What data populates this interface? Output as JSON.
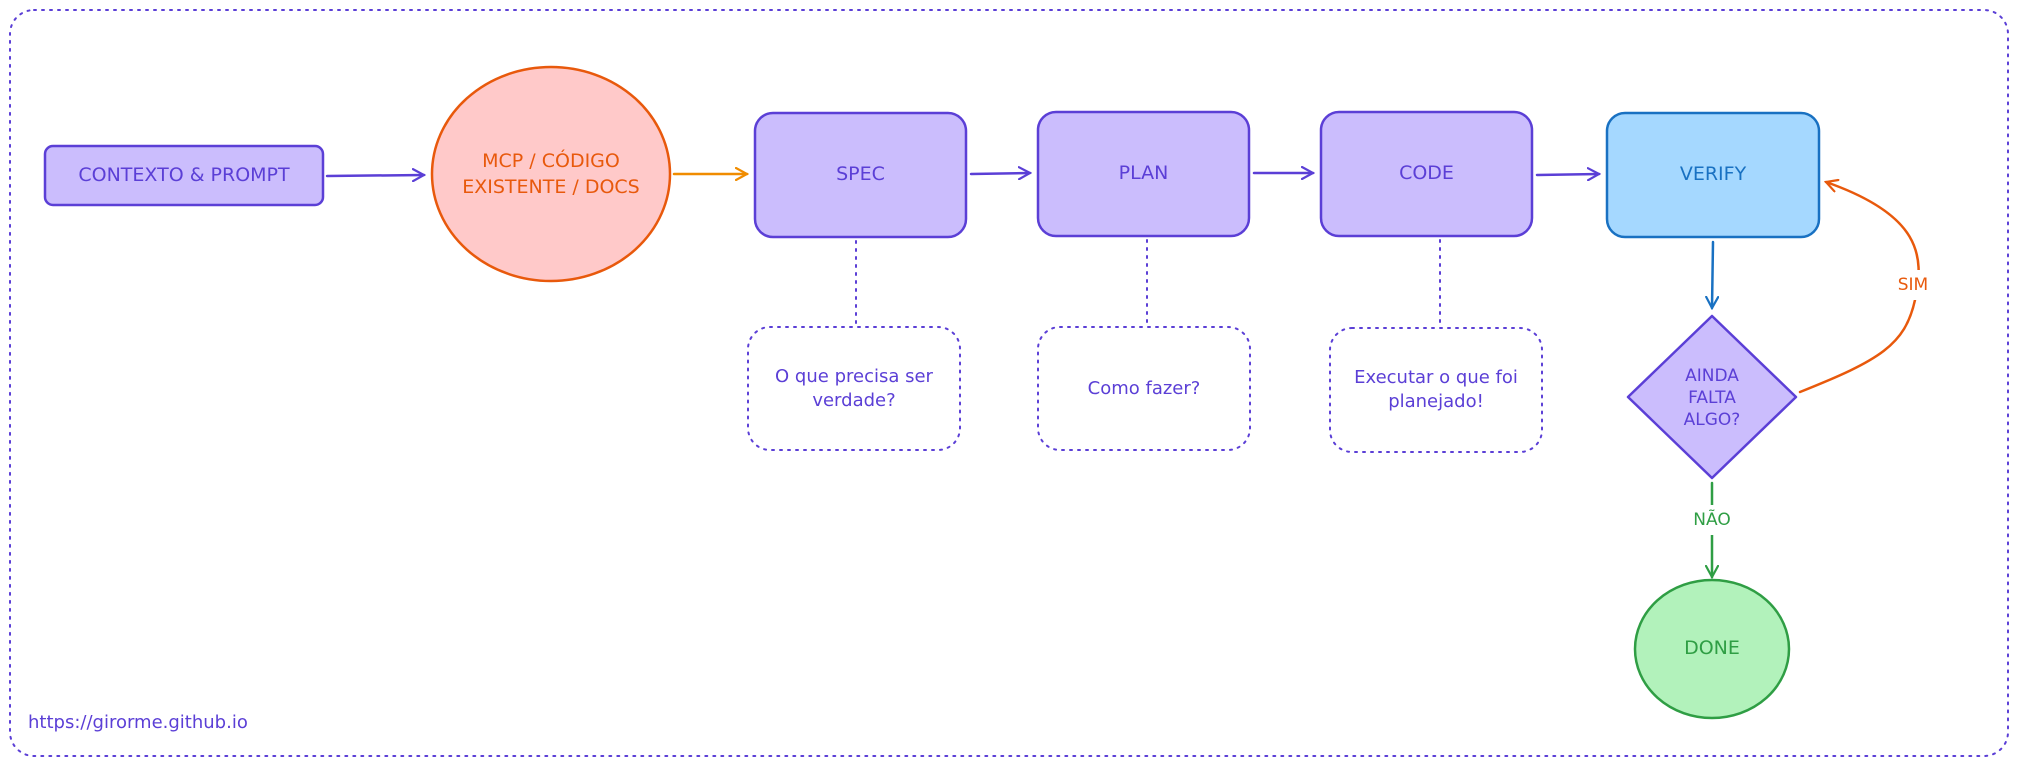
{
  "nodes": {
    "contexto": {
      "label": "CONTEXTO & PROMPT"
    },
    "mcp": {
      "label": "MCP / CÓDIGO EXISTENTE / DOCS"
    },
    "spec": {
      "label": "SPEC"
    },
    "plan": {
      "label": "PLAN"
    },
    "code": {
      "label": "CODE"
    },
    "verify": {
      "label": "VERIFY"
    },
    "decision": {
      "label": "AINDA FALTA ALGO?"
    },
    "done": {
      "label": "DONE"
    }
  },
  "notes": {
    "spec": {
      "label": "O que precisa ser verdade?"
    },
    "plan": {
      "label": "Como fazer?"
    },
    "code": {
      "label": "Executar o que foi planejado!"
    }
  },
  "edges": {
    "sim": {
      "label": "SIM"
    },
    "nao": {
      "label": "NÃO"
    }
  },
  "footer": {
    "url": "https://girorme.github.io"
  },
  "colors": {
    "purple_stroke": "#5b3fd6",
    "purple_fill": "#cbbdfd",
    "orange_stroke": "#e8590c",
    "red_fill": "#ffc9c9",
    "amber_arrow": "#f08c00",
    "blue_stroke": "#1971c2",
    "blue_fill": "#a5d8ff",
    "green_stroke": "#2f9e44",
    "green_fill": "#b2f2bb"
  }
}
